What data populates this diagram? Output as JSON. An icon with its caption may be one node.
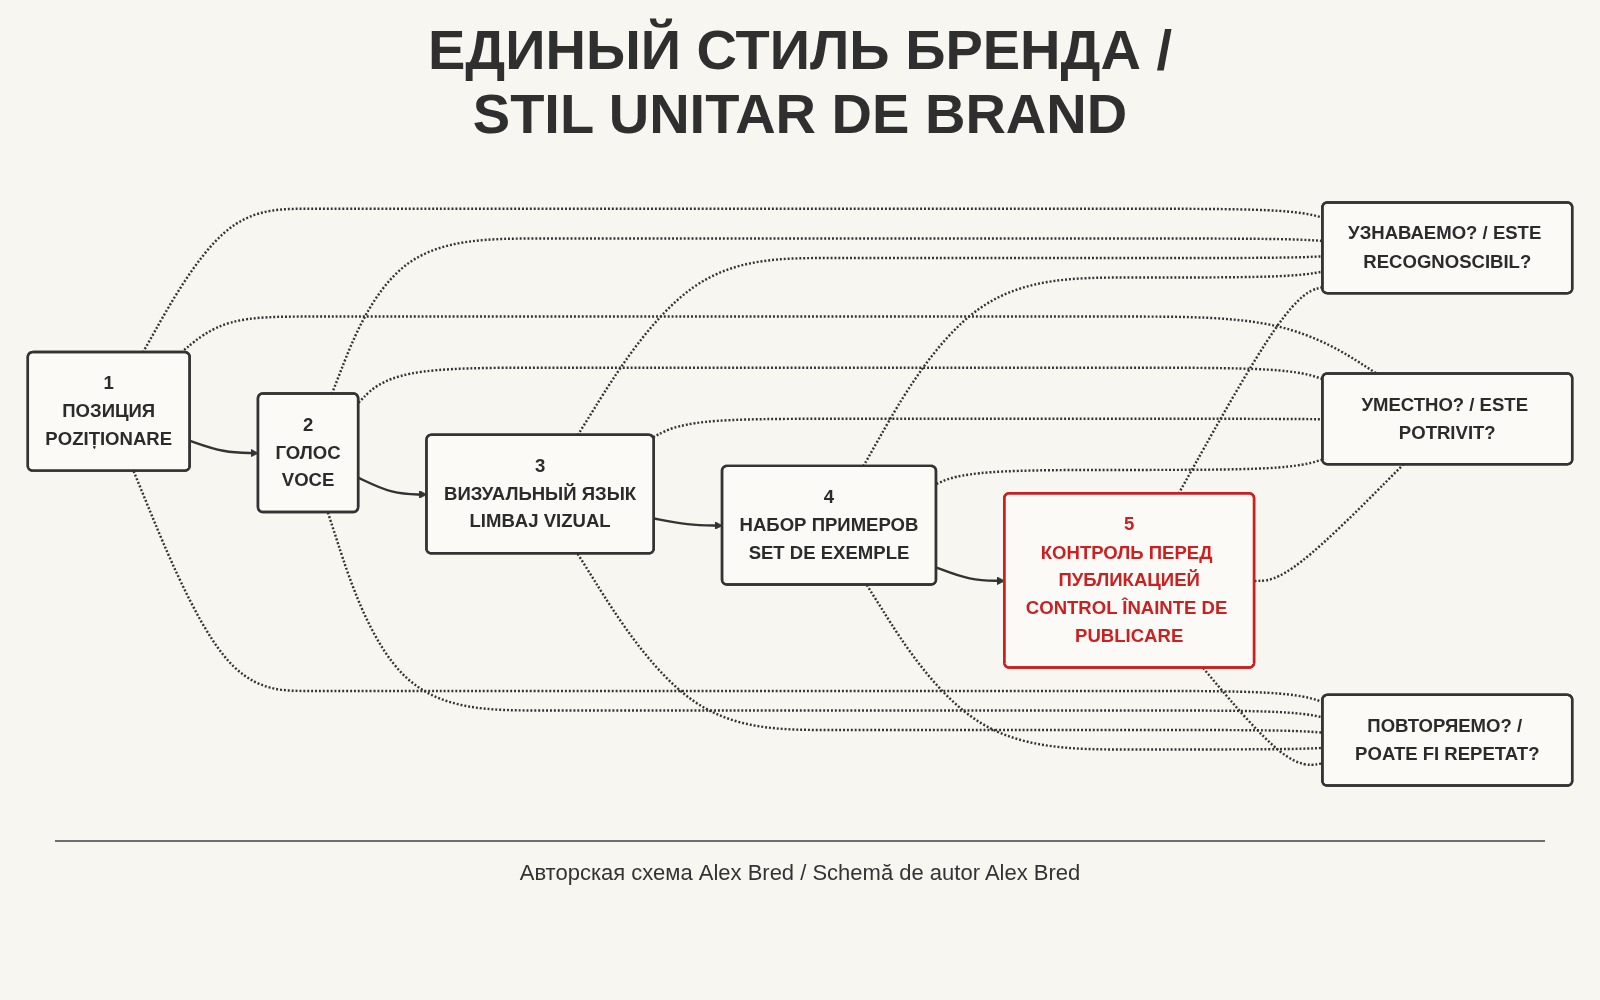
{
  "diagram": {
    "title": "ЕДИНЫЙ СТИЛЬ БРЕНДА / STIL UNITAR DE BRAND",
    "caption": "Авторская схема Alex Bred / Schemă de autor Alex Bred",
    "nodes": [
      {
        "text": [
          "1",
          "ПОЗИЦИЯ",
          "POZIȚIONARE"
        ]
      },
      {
        "text": [
          "2",
          "ГОЛОС",
          "VOCE"
        ]
      },
      {
        "text": [
          "3",
          "ВИЗУАЛЬНЫЙ ЯЗЫК",
          "LIMBAJ VIZUAL"
        ]
      },
      {
        "text": [
          "4",
          "НАБОР ПРИМЕРОВ",
          "SET DE EXEMPLE"
        ]
      },
      {
        "text": [
          "5",
          "КОНТРОЛЬ ПЕРЕД ПУБЛИКАЦИЕЙ",
          "CONTROL ÎNAINTE DE PUBLICARE"
        ]
      },
      {
        "text": [
          "УЗНАВАЕМО? / ESTE RECOGNOSCIBIL?"
        ]
      },
      {
        "text": [
          "УМЕСТНО? / ESTE POTRIVIT?"
        ]
      },
      {
        "text": [
          "ПОВТОРЯЕМО? / POATE FI REPETAT?"
        ]
      }
    ],
    "edges": [
      {
        "from": 0,
        "to": 1,
        "arrow": "to"
      },
      {
        "from": 1,
        "to": 2,
        "arrow": "to"
      },
      {
        "from": 2,
        "to": 3,
        "arrow": "to"
      },
      {
        "from": 3,
        "to": 4,
        "arrow": "to"
      },
      {
        "from": 0,
        "to": 5,
        "arrow": "none",
        "style": "dashed"
      },
      {
        "from": 0,
        "to": 6,
        "arrow": "none",
        "style": "dashed"
      },
      {
        "from": 0,
        "to": 7,
        "arrow": "none",
        "style": "dashed"
      },
      {
        "from": 1,
        "to": 5,
        "arrow": "none",
        "style": "dashed"
      },
      {
        "from": 1,
        "to": 6,
        "arrow": "none",
        "style": "dashed"
      },
      {
        "from": 1,
        "to": 7,
        "arrow": "none",
        "style": "dashed"
      },
      {
        "from": 2,
        "to": 5,
        "arrow": "none",
        "style": "dashed"
      },
      {
        "from": 2,
        "to": 6,
        "arrow": "none",
        "style": "dashed"
      },
      {
        "from": 2,
        "to": 7,
        "arrow": "none",
        "style": "dashed"
      },
      {
        "from": 3,
        "to": 5,
        "arrow": "none",
        "style": "dashed"
      },
      {
        "from": 3,
        "to": 6,
        "arrow": "none",
        "style": "dashed"
      },
      {
        "from": 3,
        "to": 7,
        "arrow": "none",
        "style": "dashed"
      },
      {
        "from": 4,
        "to": 5,
        "arrow": "none",
        "style": "dashed"
      },
      {
        "from": 4,
        "to": 6,
        "arrow": "none",
        "style": "dashed"
      },
      {
        "from": 4,
        "to": 7,
        "arrow": "none",
        "style": "dashed"
      }
    ]
  }
}
